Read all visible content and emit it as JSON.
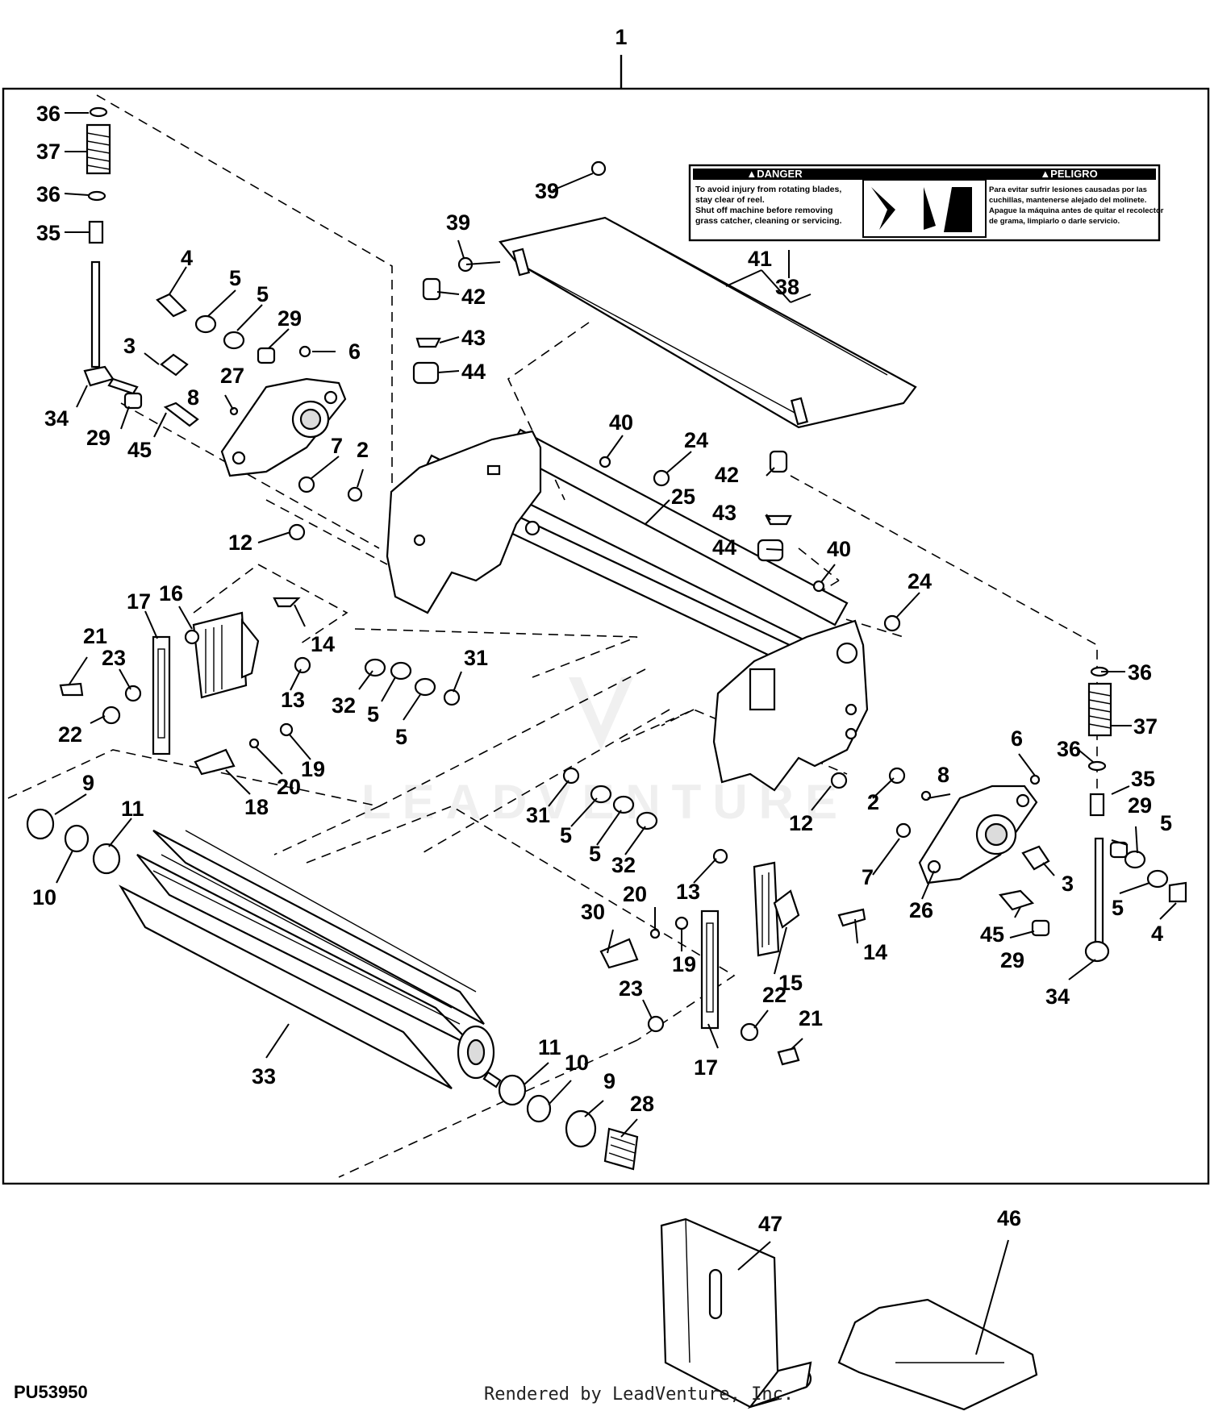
{
  "diagram": {
    "assembly_label": "1",
    "figure_code": "PU53950",
    "credit": "Rendered by LeadVenture, Inc.",
    "watermark": "LEADVENTURE",
    "decal": {
      "danger_title": "▲DANGER",
      "danger_lines": [
        "To avoid injury from rotating blades,",
        "stay clear of reel.",
        "Shut off machine before removing",
        "grass catcher, cleaning or servicing."
      ],
      "peligro_title": "▲PELIGRO",
      "peligro_lines": [
        "Para evitar sufrir lesiones causadas por las",
        "cuchillas, mantenerse alejado del molinete.",
        "Apague la máquina antes de quitar el recolector",
        "de grama, limpiarlo o darle servicio."
      ]
    },
    "callouts": [
      "36",
      "37",
      "36",
      "35",
      "4",
      "5",
      "5",
      "29",
      "6",
      "3",
      "27",
      "8",
      "34",
      "29",
      "45",
      "7",
      "2",
      "12",
      "39",
      "39",
      "42",
      "43",
      "44",
      "41",
      "38",
      "40",
      "24",
      "25",
      "42",
      "43",
      "44",
      "40",
      "24",
      "17",
      "16",
      "21",
      "23",
      "14",
      "13",
      "22",
      "32",
      "5",
      "5",
      "31",
      "18",
      "20",
      "19",
      "9",
      "11",
      "10",
      "33",
      "36",
      "37",
      "6",
      "36",
      "35",
      "29",
      "5",
      "5",
      "4",
      "34",
      "45",
      "29",
      "26",
      "3",
      "7",
      "2",
      "8",
      "12",
      "31",
      "5",
      "5",
      "32",
      "13",
      "20",
      "30",
      "19",
      "14",
      "15",
      "23",
      "22",
      "21",
      "17",
      "11",
      "10",
      "9",
      "28",
      "47",
      "46"
    ]
  }
}
